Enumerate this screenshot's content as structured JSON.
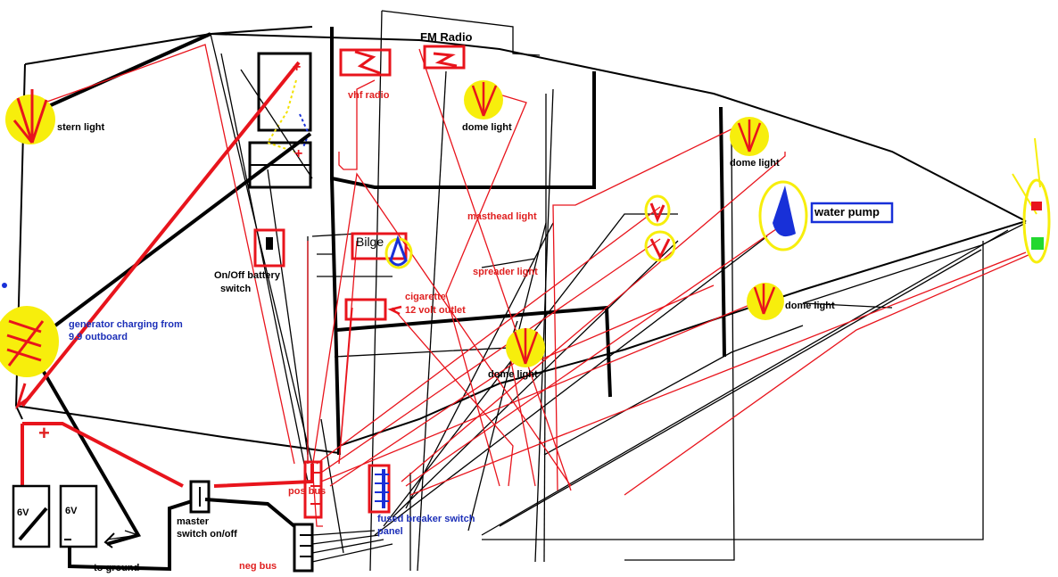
{
  "labels": {
    "fm_radio": "FM Radio",
    "vhf_radio": "vhf radio",
    "stern_light": "stern light",
    "dome_light_1": "dome light",
    "dome_light_2": "dome light",
    "dome_light_3": "dome light",
    "dome_light_4": "dome light",
    "water_pump": "water pump",
    "masthead_light": "masthead light",
    "spreader_light": "spreader light",
    "bilge": "Bilge",
    "battery_switch_line1": "On/Off battery",
    "battery_switch_line2": "switch",
    "cigarette_line1": "cigarette",
    "cigarette_line2": "12 volt outlet",
    "generator_line1": "generator charging from",
    "generator_line2": "9.9   outboard",
    "battery_1": "6V",
    "battery_2": "6V",
    "plus_sign": "+",
    "pos_bus": "pos bus",
    "neg_bus": "neg bus",
    "fused_panel_line1": "fused breaker switch",
    "fused_panel_line2": "panel",
    "master_switch_line1": "master",
    "master_switch_line2": "switch on/off",
    "to_ground": "to ground"
  },
  "colors": {
    "wire_positive": "#e8141c",
    "wire_negative": "#000000",
    "fixture_yellow": "#f7ee0c",
    "label_red": "#e02020",
    "label_blue": "#1c2fb8",
    "pump_blue": "#1830d8",
    "green_light": "#22d830"
  }
}
